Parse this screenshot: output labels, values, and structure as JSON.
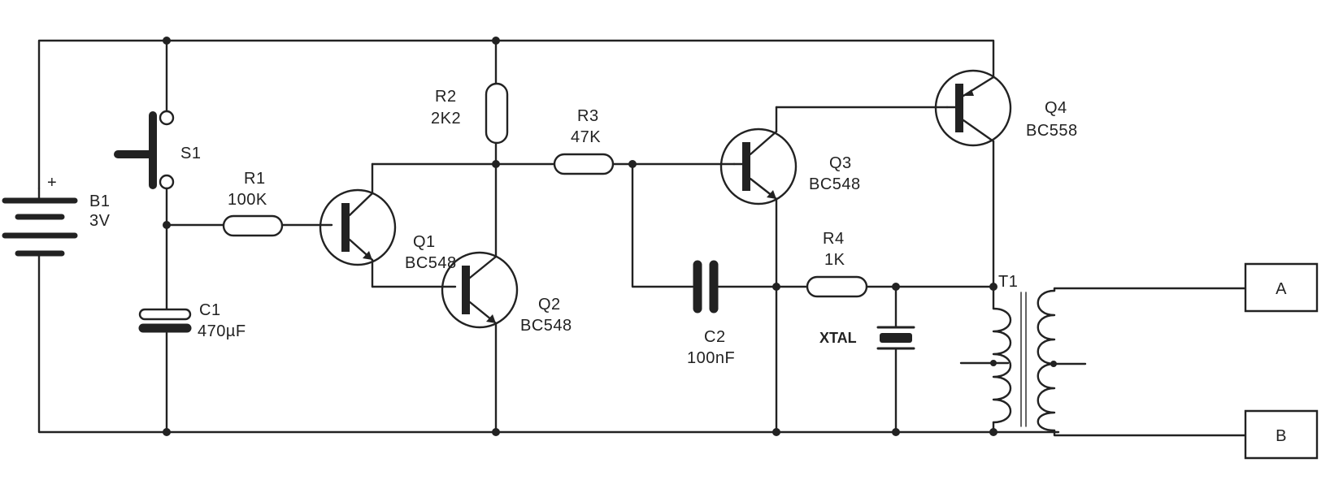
{
  "components": {
    "B1": {
      "ref": "B1",
      "value": "3V",
      "polarity": "+"
    },
    "S1": {
      "ref": "S1"
    },
    "C1": {
      "ref": "C1",
      "value": "470µF"
    },
    "R1": {
      "ref": "R1",
      "value": "100K"
    },
    "R2": {
      "ref": "R2",
      "value": "2K2"
    },
    "R3": {
      "ref": "R3",
      "value": "47K"
    },
    "R4": {
      "ref": "R4",
      "value": "1K"
    },
    "Q1": {
      "ref": "Q1",
      "value": "BC548"
    },
    "Q2": {
      "ref": "Q2",
      "value": "BC548"
    },
    "Q3": {
      "ref": "Q3",
      "value": "BC548"
    },
    "Q4": {
      "ref": "Q4",
      "value": "BC558"
    },
    "C2": {
      "ref": "C2",
      "value": "100nF"
    },
    "XTAL": {
      "ref": "XTAL"
    },
    "T1": {
      "ref": "T1"
    }
  },
  "terminals": {
    "A": "A",
    "B": "B"
  }
}
